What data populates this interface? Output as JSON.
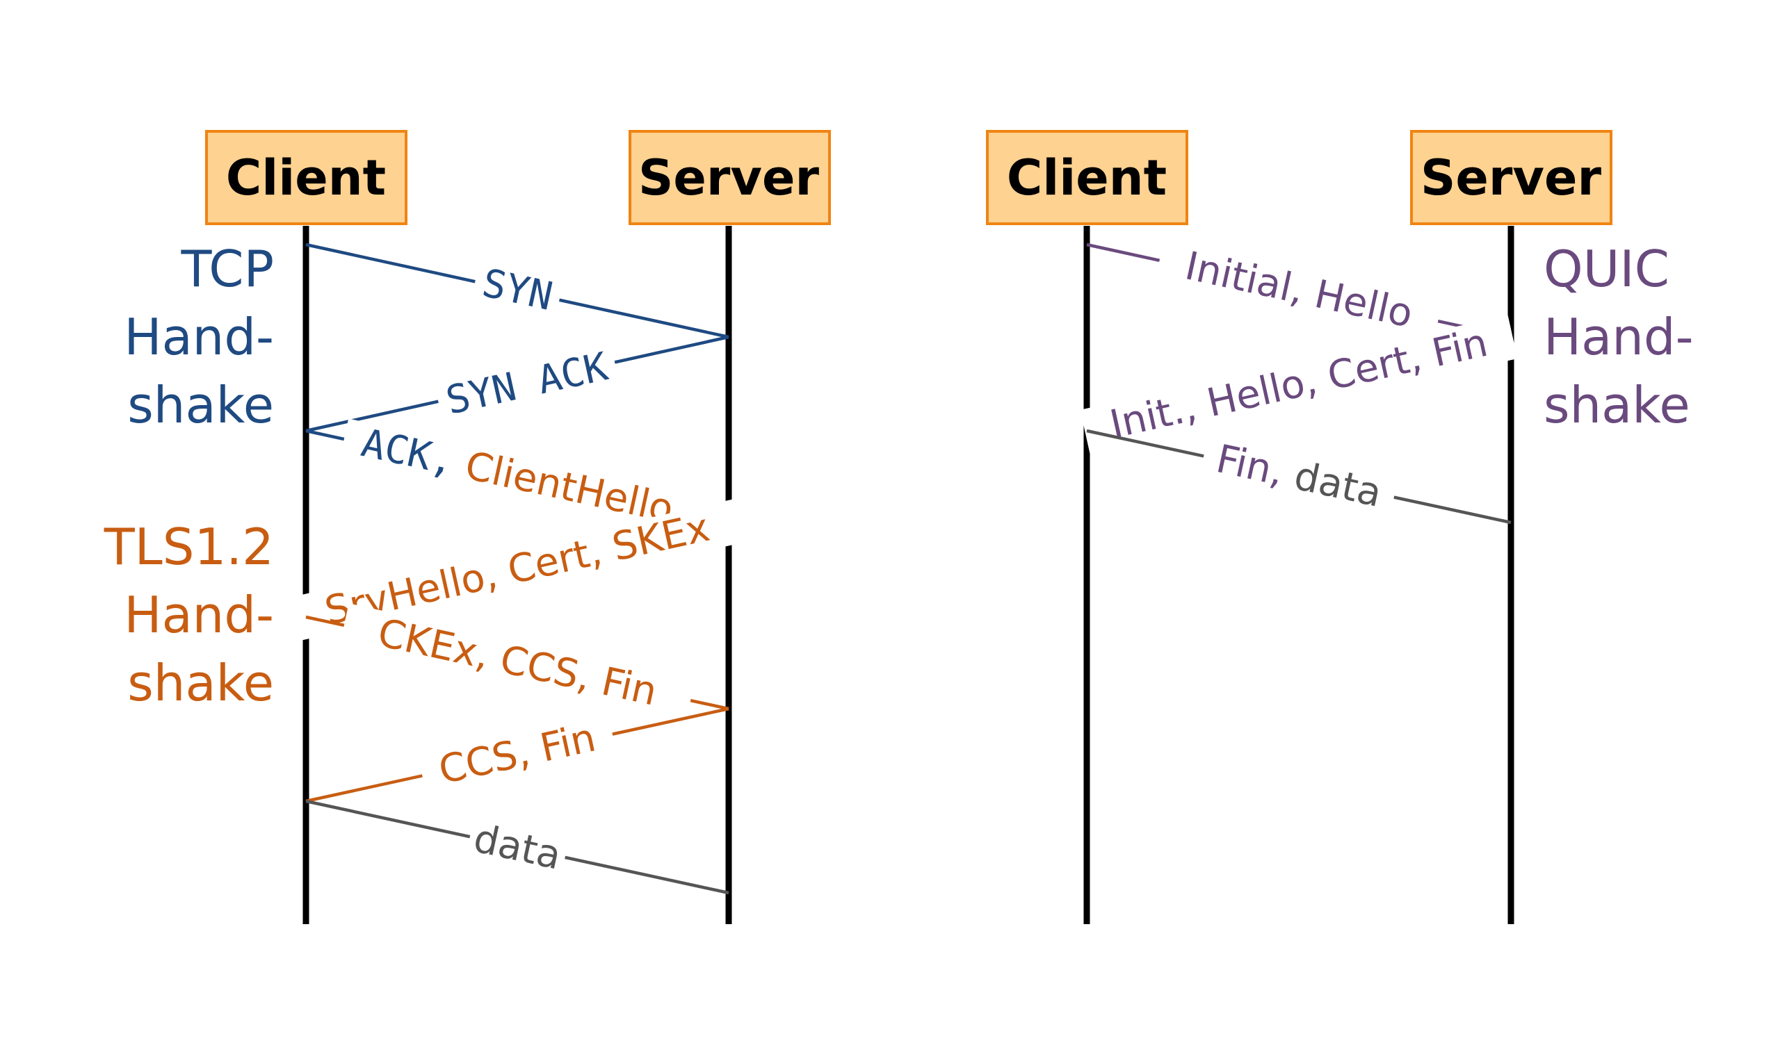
{
  "colors": {
    "tcp": "#1f4a82",
    "tls": "#c85d12",
    "quic": "#6a4a7e",
    "data": "#555555",
    "box_fill": "#fed291",
    "box_stroke": "#f08413"
  },
  "left_diagram": {
    "client_label": "Client",
    "server_label": "Server",
    "tcp_note": [
      "TCP",
      "Hand-",
      "shake"
    ],
    "tls_note": [
      "TLS1.2",
      "Hand-",
      "shake"
    ],
    "messages": {
      "syn": "SYN",
      "synack": "SYN ACK",
      "ack_prefix": "ACK,",
      "clienthello": "ClientHello",
      "srvhello": "SrvHello, Cert, SKEx",
      "ckex": "CKEx, CCS, Fin",
      "ccsfin": "CCS, Fin",
      "data": "data"
    }
  },
  "right_diagram": {
    "client_label": "Client",
    "server_label": "Server",
    "quic_note": [
      "QUIC",
      "Hand-",
      "shake"
    ],
    "messages": {
      "initial": "Initial, Hello",
      "init_reply": "Init., Hello, Cert, Fin",
      "fin_data": "Fin, data"
    }
  }
}
